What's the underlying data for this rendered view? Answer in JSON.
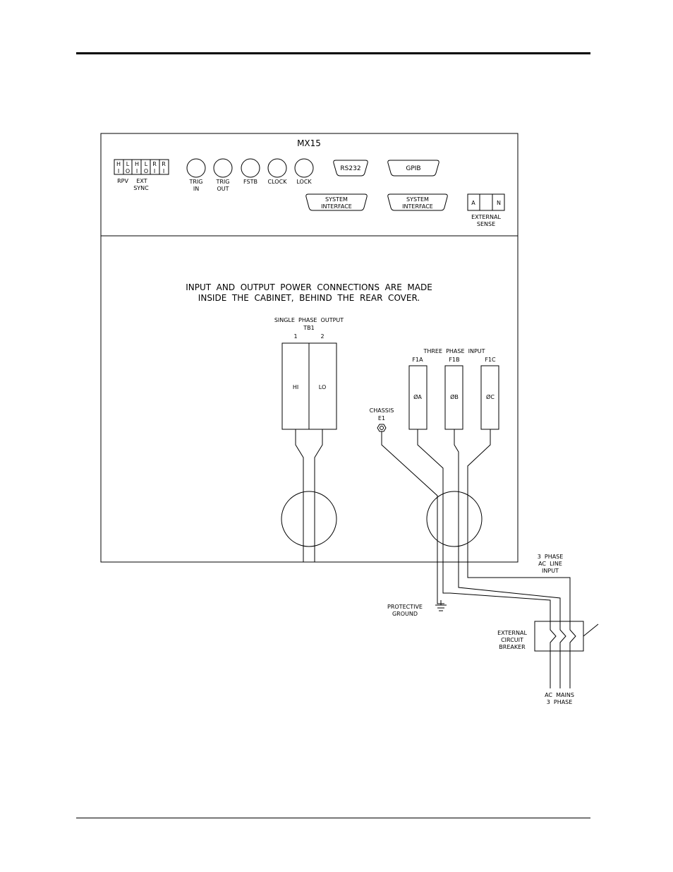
{
  "panel": {
    "model": "MX15",
    "signal_terminals": [
      "H",
      "L",
      "H",
      "L",
      "R",
      "R"
    ],
    "signal_terminal_sub": [
      "I",
      "O",
      "I",
      "O",
      "I",
      "I"
    ],
    "label_rpv": "RPV",
    "label_ext": "EXT",
    "label_sync": "SYNC",
    "bnc": [
      {
        "line1": "TRIG",
        "line2": "IN"
      },
      {
        "line1": "TRIG",
        "line2": "OUT"
      },
      {
        "line1": "FSTB",
        "line2": ""
      },
      {
        "line1": "CLOCK",
        "line2": ""
      },
      {
        "line1": "LOCK",
        "line2": ""
      }
    ],
    "rs232": "RS232",
    "gpib": "GPIB",
    "sys_iface_1": {
      "line1": "SYSTEM",
      "line2": "INTERFACE"
    },
    "sys_iface_2": {
      "line1": "SYSTEM",
      "line2": "INTERFACE"
    },
    "ext_sense_terminals": [
      "A",
      "",
      "N"
    ],
    "ext_sense_line1": "EXTERNAL",
    "ext_sense_line2": "SENSE"
  },
  "note": {
    "line1": "INPUT  AND  OUTPUT  POWER  CONNECTIONS  ARE  MADE",
    "line2": "INSIDE  THE  CABINET,  BEHIND  THE  REAR  COVER."
  },
  "output": {
    "title": "SINGLE  PHASE  OUTPUT",
    "tb": "TB1",
    "terminal_numbers": [
      "1",
      "2"
    ],
    "terminal_labels": [
      "HI",
      "LO"
    ]
  },
  "input": {
    "title": "THREE  PHASE  INPUT",
    "fuses": [
      "F1A",
      "F1B",
      "F1C"
    ],
    "phases": [
      "ØA",
      "ØB",
      "ØC"
    ],
    "chassis_line1": "CHASSIS",
    "chassis_line2": "E1"
  },
  "ac_line": {
    "line1": "3  PHASE",
    "line2": "AC  LINE",
    "line3": "INPUT"
  },
  "ground": {
    "line1": "PROTECTIVE",
    "line2": "GROUND"
  },
  "breaker": {
    "line1": "EXTERNAL",
    "line2": "CIRCUIT",
    "line3": "BREAKER"
  },
  "mains": {
    "line1": "AC  MAINS",
    "line2": "3  PHASE"
  }
}
